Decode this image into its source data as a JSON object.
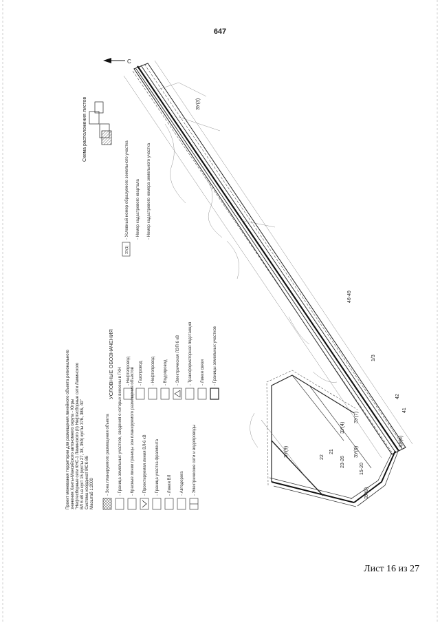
{
  "page_number": "647",
  "sheet_label": "Лист 16 из 27",
  "title_block": [
    "Проект межевания территории для размещения линейного объекта регионального",
    "значения Ханты-Мансийского автономного округа - Югры",
    "\"Нефтесборные сети КНС-1 Ламинского (II) Нефтесборные сети Ламинского",
    "ВЛ 6 кВ на куст 15 (кусты 27, 38, 35б) кусты 37Б, 38Б, 40\"",
    "Система координат МСК-86",
    "Масштаб 1:2000"
  ],
  "legend_title": "УСЛОВНЫЕ ОБОЗНАЧЕНИЯ",
  "legend_left": [
    "- Зона планируемого размещения объекта",
    "- Граница земельных участков, сведения о которых внесены в ГКН",
    "- Красные линии границы зон планируемого размещения объектов",
    "- Проектируемая линия ВЛ-6 кВ",
    "- Граница участка фрагмента",
    "- Линия ВЛ",
    "- Автодорога",
    "- Электрические сети и водопроводы"
  ],
  "legend_right": [
    "- Нефтепровод",
    "- Газопровод",
    "- Нефтепровод",
    "- Водопровод",
    "- Электрическая ЛЭП 6 кВ",
    "- Трансформаторная подстанция",
    "- Линия связи",
    "- Границы земельных участков"
  ],
  "legend_extra": [
    "- Условный номер образуемого земельного участка",
    "- Номер кадастрового квартала",
    "- Номер кадастрового номера земельного участка"
  ],
  "legend_code": "ЗУ(1)",
  "scheme_title": "Схема расположения листов",
  "north_label": "С",
  "map_labels": [
    "ЗУ(3)",
    "ЗУ(4)",
    "ЗУ(5)",
    "ЗУ(6)",
    "ЗУ(7)",
    "ЗУ(8)",
    "ЗУ(9)",
    "46-49",
    "15-20",
    "23-26",
    "22",
    "21",
    "42",
    "41",
    "1/3"
  ]
}
